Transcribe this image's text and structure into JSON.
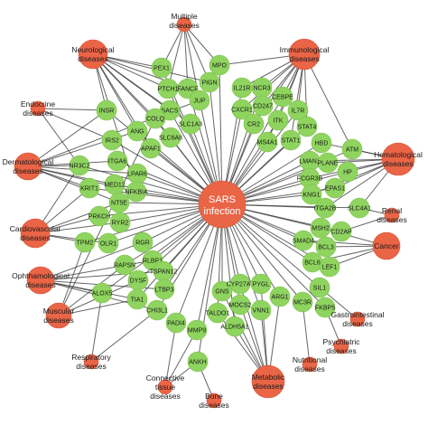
{
  "colors": {
    "gene": "#8fd45f",
    "gene_stroke": "#79bd4b",
    "disease": "#ea6446",
    "disease_stroke": "#d4563a",
    "edge": "#333333"
  },
  "hub": {
    "label_lines": [
      "SARS",
      "infection"
    ]
  },
  "diseases": [
    {
      "id": "multiple",
      "label_lines": [
        "Multiple",
        "diseases"
      ],
      "size": "small"
    },
    {
      "id": "neuro",
      "label_lines": [
        "Neurological",
        "diseases"
      ],
      "size": "large"
    },
    {
      "id": "immuno",
      "label_lines": [
        "Immunological",
        "diseases"
      ],
      "size": "large"
    },
    {
      "id": "endo",
      "label_lines": [
        "Endocrine",
        "diseases"
      ],
      "size": "small"
    },
    {
      "id": "derm",
      "label_lines": [
        "Dermatological",
        "diseases"
      ],
      "size": "large"
    },
    {
      "id": "hema",
      "label_lines": [
        "Hematological",
        "diseases"
      ],
      "size": "large"
    },
    {
      "id": "renal",
      "label_lines": [
        "Renal",
        "diseases"
      ],
      "size": "small"
    },
    {
      "id": "cardio",
      "label_lines": [
        "Cardiovascular",
        "diseases"
      ],
      "size": "large"
    },
    {
      "id": "cancer",
      "label_lines": [
        "Cancer"
      ],
      "size": "large"
    },
    {
      "id": "ophtha",
      "label_lines": [
        "Ophthamological",
        "diseases"
      ],
      "size": "large"
    },
    {
      "id": "muscular",
      "label_lines": [
        "Muscular",
        "diseases"
      ],
      "size": "large"
    },
    {
      "id": "gastro",
      "label_lines": [
        "Gastrointestinal",
        "diseases"
      ],
      "size": "small"
    },
    {
      "id": "psych",
      "label_lines": [
        "Psychiatric",
        "diseases"
      ],
      "size": "small"
    },
    {
      "id": "resp",
      "label_lines": [
        "Respiratory",
        "diseases"
      ],
      "size": "small"
    },
    {
      "id": "nutri",
      "label_lines": [
        "Nutritional",
        "diseases"
      ],
      "size": "small"
    },
    {
      "id": "connective",
      "label_lines": [
        "Connective",
        "tissue",
        "diseases"
      ],
      "size": "small"
    },
    {
      "id": "metabolic",
      "label_lines": [
        "Metabolic",
        "diseases"
      ],
      "size": "large"
    },
    {
      "id": "bone",
      "label_lines": [
        "Bone",
        "diseases"
      ],
      "size": "small"
    }
  ],
  "genes": [
    "MPO",
    "PEX1",
    "PIGN",
    "PTCH1",
    "FANCF",
    "JUP",
    "INSR",
    "SACS",
    "COLQ",
    "SLC1A3",
    "ANG",
    "SLC6A8",
    "APAF1",
    "IL21R",
    "NCR3",
    "CD247",
    "CEBPE",
    "IL7R",
    "CXCR1",
    "CR2",
    "ITK",
    "STAT4",
    "MS4A1",
    "STAT1",
    "IRS2",
    "NR3C2",
    "ITGA6",
    "LPAR6",
    "KRIT1",
    "MED12",
    "NFKBIA",
    "NT5E",
    "PRKCH",
    "RYR2",
    "TPM2",
    "OLR1",
    "RGR",
    "RAPSN",
    "RLBP1",
    "TSPAN12",
    "DYSF",
    "LTBP3",
    "ALOX5",
    "TIA1",
    "CHI3L1",
    "PADI4",
    "MMP9",
    "ANKH",
    "GNS",
    "CYP27A1",
    "PYGL",
    "MOCS2",
    "TALDO1",
    "ALDH5A1",
    "VNN1",
    "ARG1",
    "MC3R",
    "FKBP5",
    "SIL1",
    "HBD",
    "ATM",
    "LMAN1",
    "PLANE",
    "HP",
    "FCGR3B",
    "EPAS1",
    "KNG1",
    "ITGA2B",
    "SLC4A1",
    "MSH2",
    "CD2AP",
    "SMAD4",
    "BCL3",
    "BCL6",
    "LEF1"
  ]
}
